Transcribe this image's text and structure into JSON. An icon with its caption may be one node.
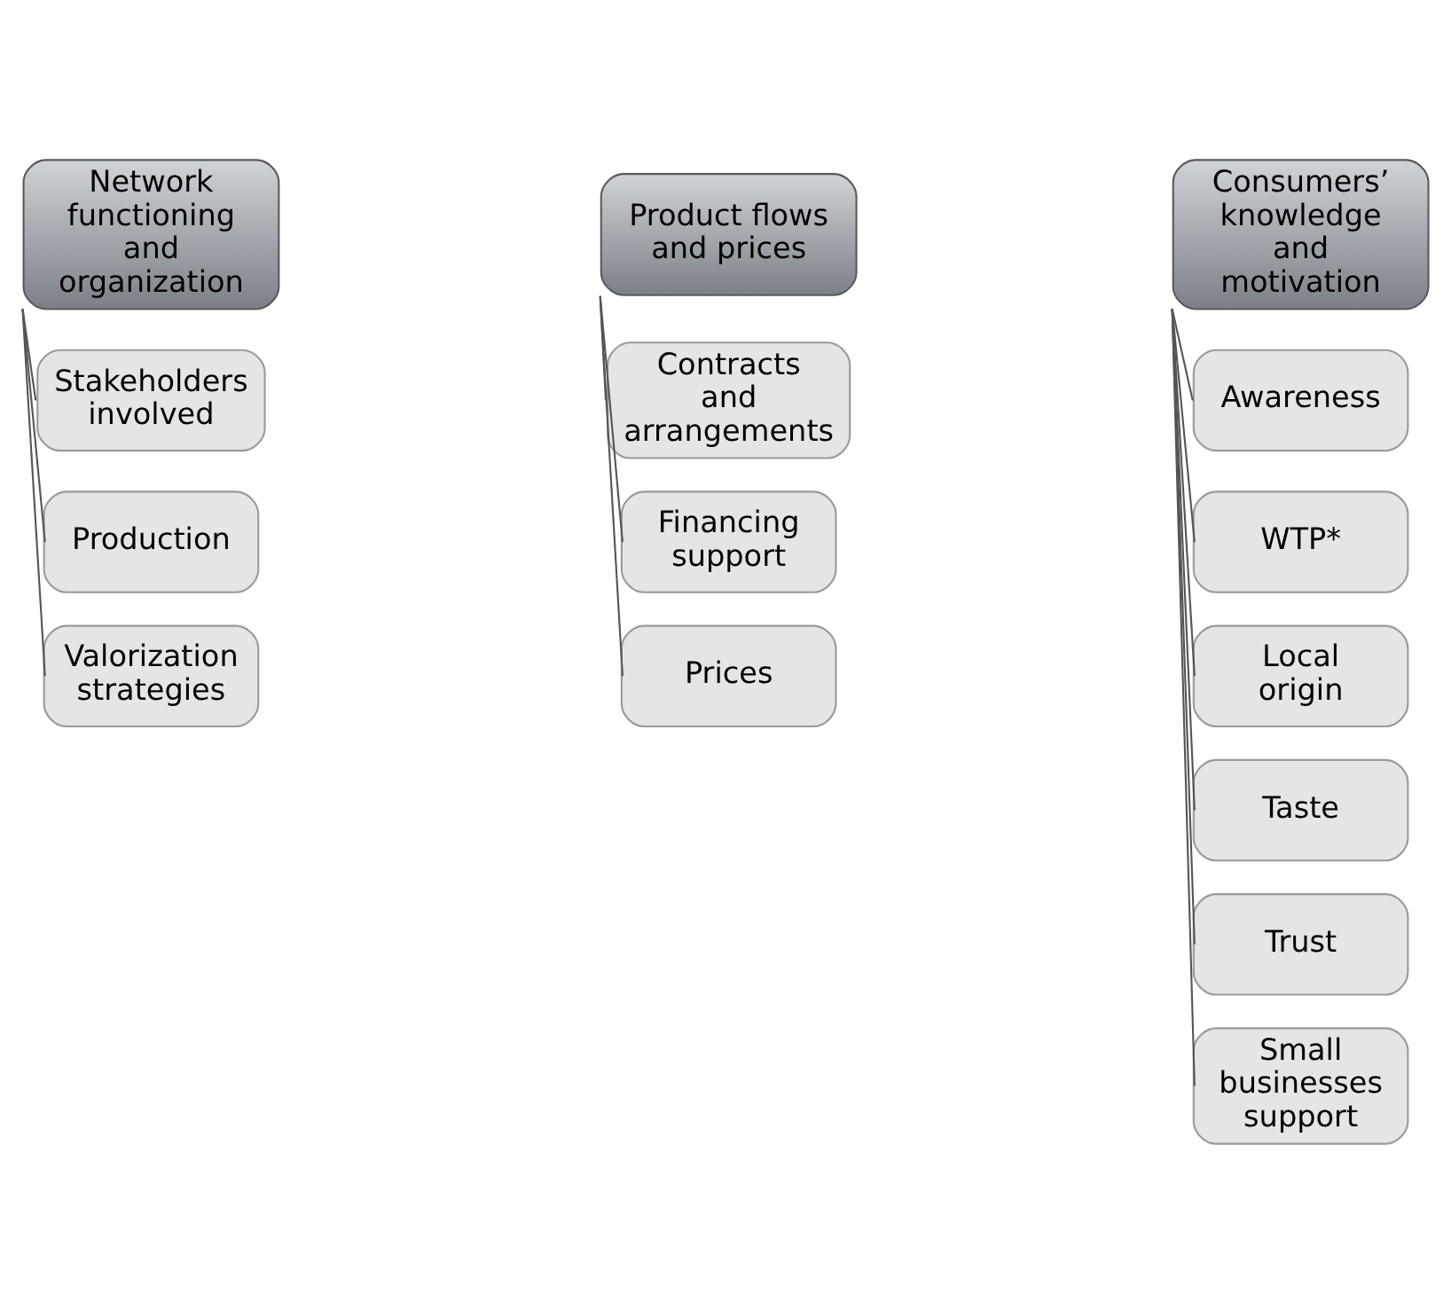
{
  "diagram": {
    "nodes": [
      {
        "text": [
          "Network functioning and organization"
        ]
      },
      {
        "text": [
          "Stakeholders involved"
        ]
      },
      {
        "text": [
          "Production"
        ]
      },
      {
        "text": [
          "Valorization strategies"
        ]
      },
      {
        "text": [
          "Product flows and prices"
        ]
      },
      {
        "text": [
          "Contracts and arrangements"
        ]
      },
      {
        "text": [
          "Financing support"
        ]
      },
      {
        "text": [
          "Prices"
        ]
      },
      {
        "text": [
          "Consumers’ knowledge and motivation"
        ]
      },
      {
        "text": [
          "Awareness"
        ]
      },
      {
        "text": [
          "WTP*"
        ]
      },
      {
        "text": [
          "Local origin"
        ]
      },
      {
        "text": [
          "Taste"
        ]
      },
      {
        "text": [
          "Trust"
        ]
      },
      {
        "text": [
          "Small businesses support"
        ]
      }
    ],
    "edges": [
      {
        "from": 0,
        "to": 1,
        "arrow": "none"
      },
      {
        "from": 0,
        "to": 2,
        "arrow": "none"
      },
      {
        "from": 0,
        "to": 3,
        "arrow": "none"
      },
      {
        "from": 4,
        "to": 5,
        "arrow": "none"
      },
      {
        "from": 4,
        "to": 6,
        "arrow": "none"
      },
      {
        "from": 4,
        "to": 7,
        "arrow": "none"
      },
      {
        "from": 8,
        "to": 9,
        "arrow": "none"
      },
      {
        "from": 8,
        "to": 10,
        "arrow": "none"
      },
      {
        "from": 8,
        "to": 11,
        "arrow": "none"
      },
      {
        "from": 8,
        "to": 12,
        "arrow": "none"
      },
      {
        "from": 8,
        "to": 13,
        "arrow": "none"
      },
      {
        "from": 8,
        "to": 14,
        "arrow": "none"
      }
    ]
  }
}
